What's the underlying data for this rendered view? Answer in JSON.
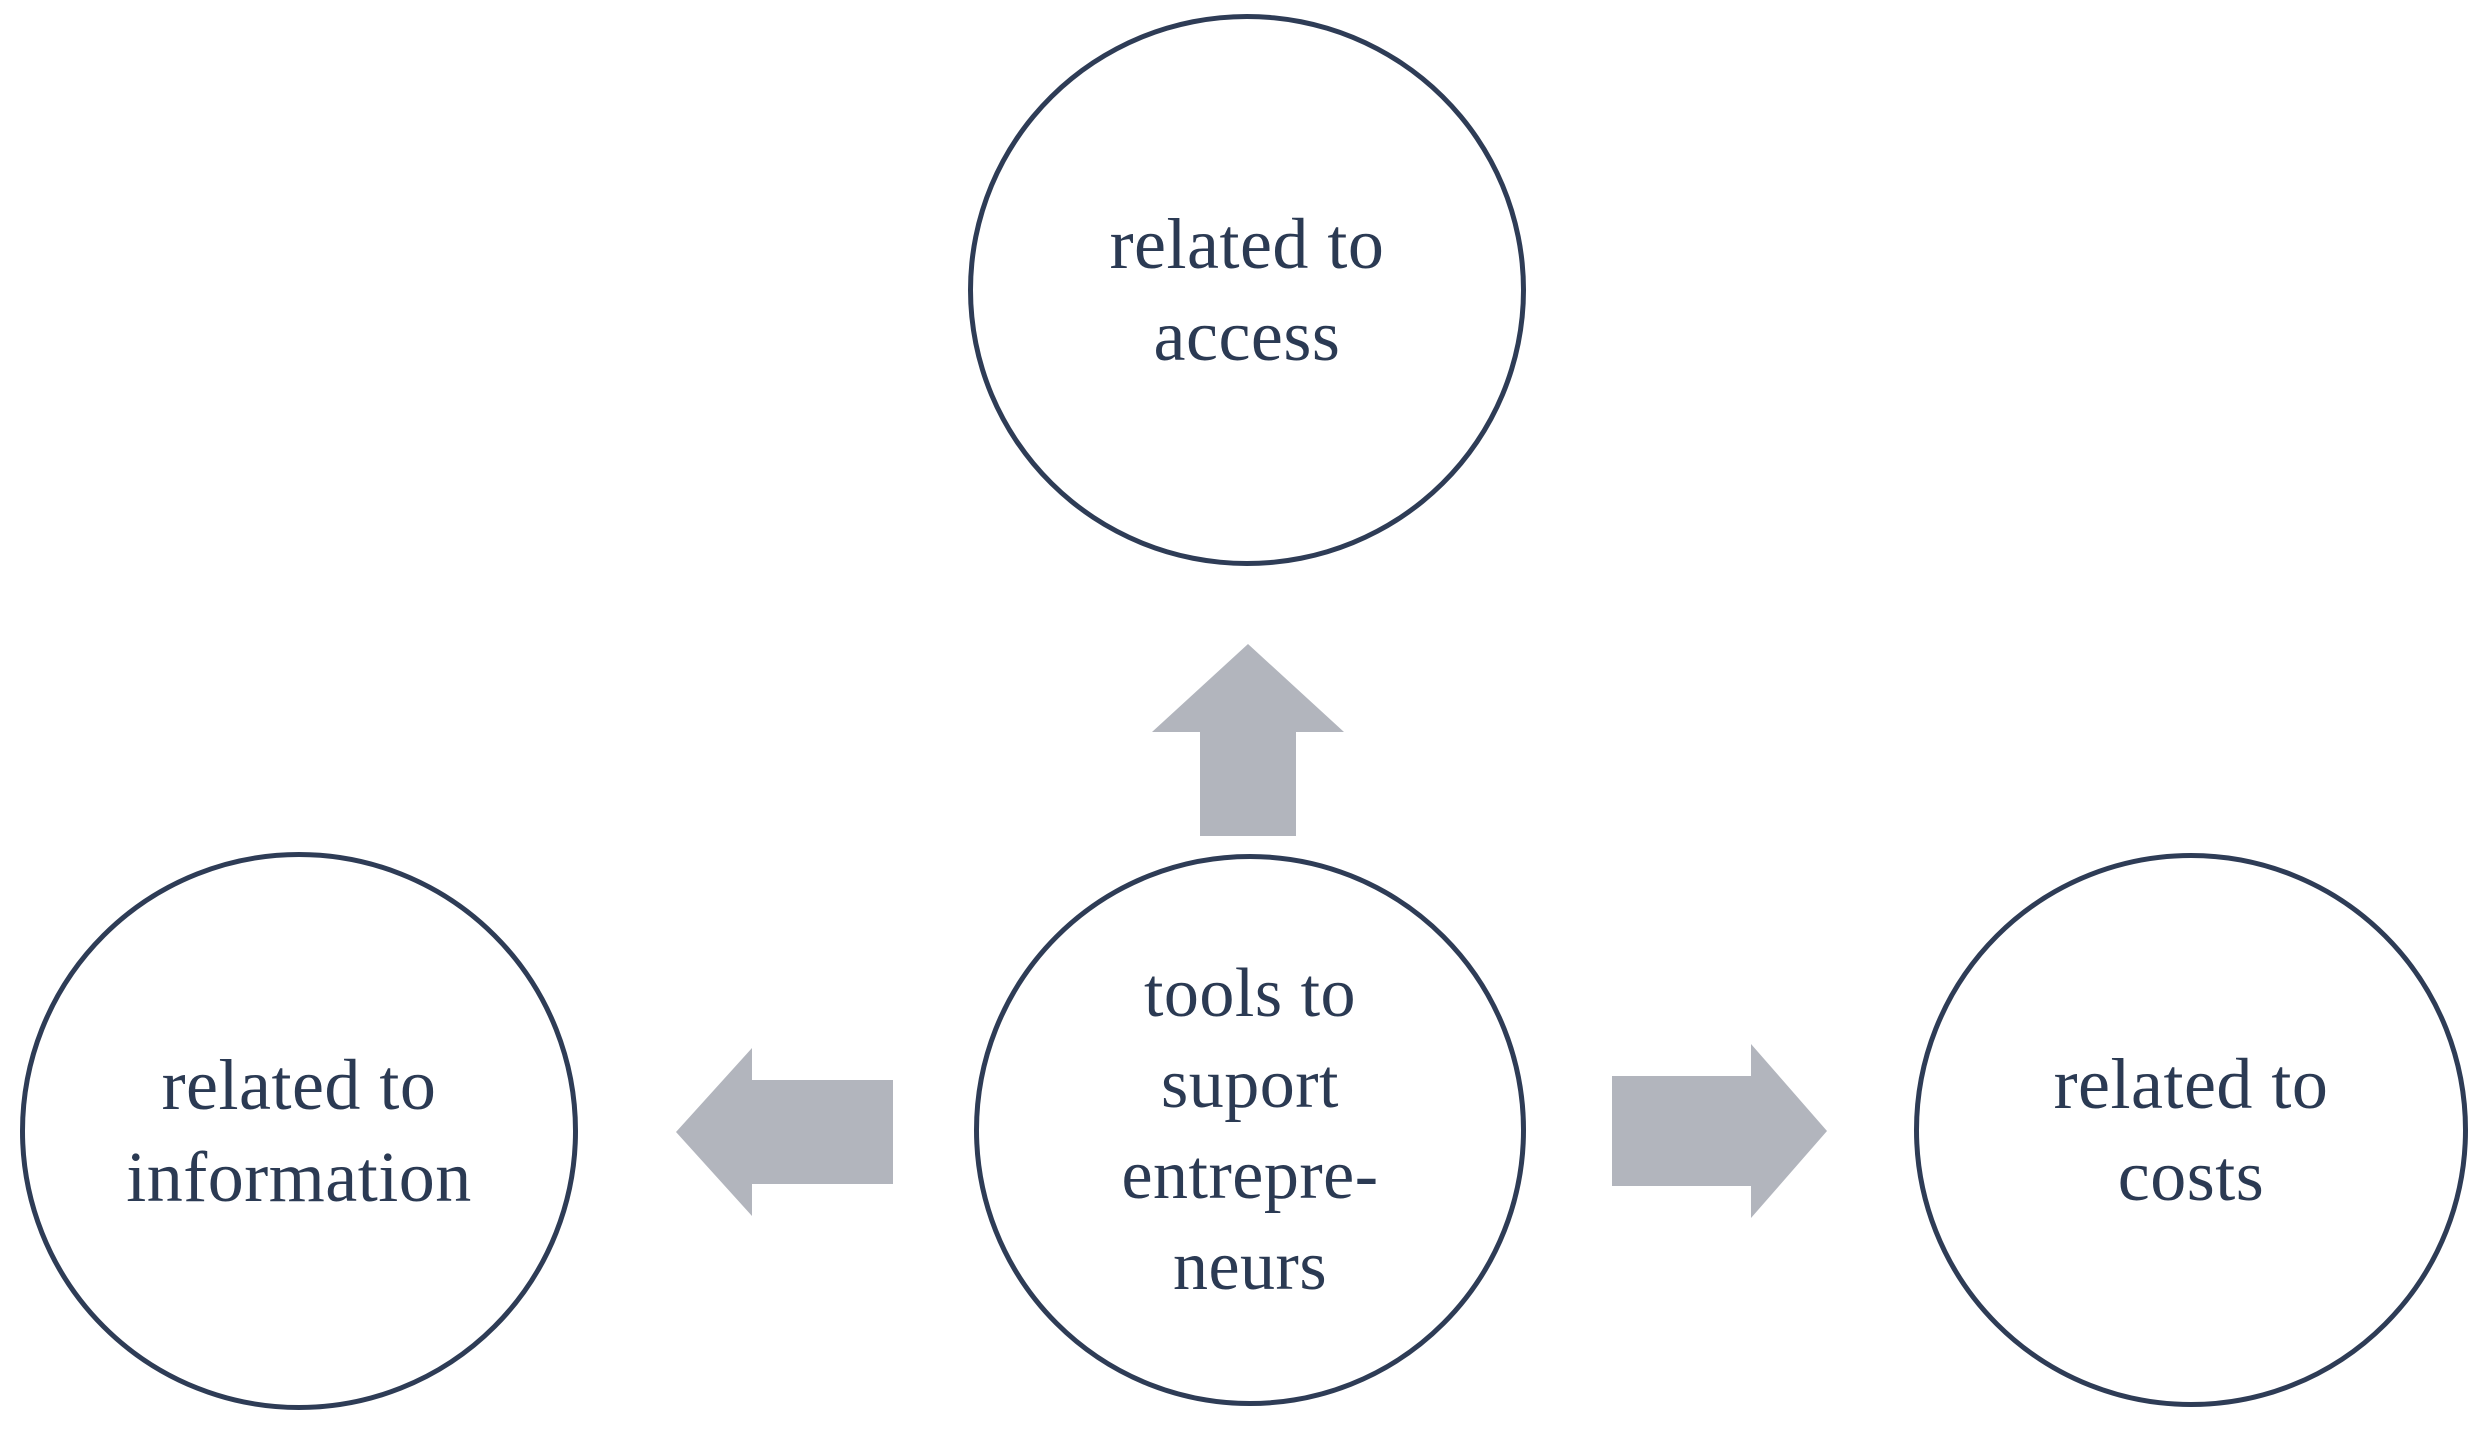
{
  "diagram": {
    "type": "hub-and-spoke",
    "title": "",
    "palette": {
      "node_border": "#2e3c56",
      "node_fill": "#ffffff",
      "node_text": "#2b3a53",
      "arrow_fill": "#b2b5bd",
      "background": "#ffffff"
    },
    "nodes": [
      {
        "id": "center",
        "role": "hub",
        "label": "tools to\nsuport\nentrepre-\nneurs",
        "position": "center"
      },
      {
        "id": "access",
        "role": "spoke",
        "label": "related to\naccess",
        "position": "top"
      },
      {
        "id": "information",
        "role": "spoke",
        "label": "related to\ninformation",
        "position": "left"
      },
      {
        "id": "costs",
        "role": "spoke",
        "label": "related to\ncosts",
        "position": "right"
      }
    ],
    "arrows": [
      {
        "id": "up",
        "from": "center",
        "to": "access",
        "direction": "up"
      },
      {
        "id": "left",
        "from": "center",
        "to": "information",
        "direction": "left"
      },
      {
        "id": "right",
        "from": "center",
        "to": "costs",
        "direction": "right"
      }
    ]
  }
}
